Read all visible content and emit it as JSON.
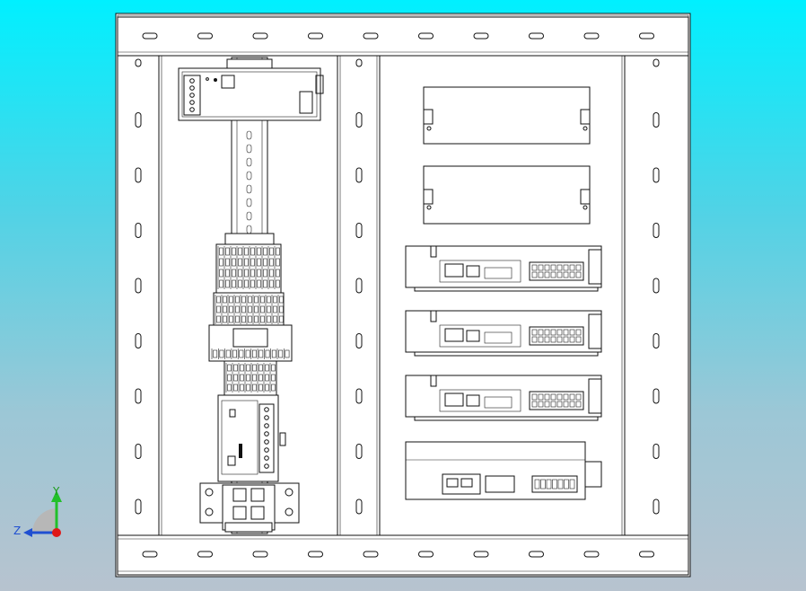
{
  "colors": {
    "background_top": "#00f0ff",
    "background_bottom": "#b7c3cf",
    "panel": "#ffffff",
    "outline": "#111111",
    "axis_y": "#22c02a",
    "axis_z": "#1f4fd1",
    "axis_origin": "#e01818"
  },
  "triad": {
    "y_label": "Y",
    "z_label": "Z"
  },
  "drawing": {
    "slot_rows": 9,
    "slot_columns": 10,
    "drive_modules": 4,
    "blank_modules": 2
  }
}
